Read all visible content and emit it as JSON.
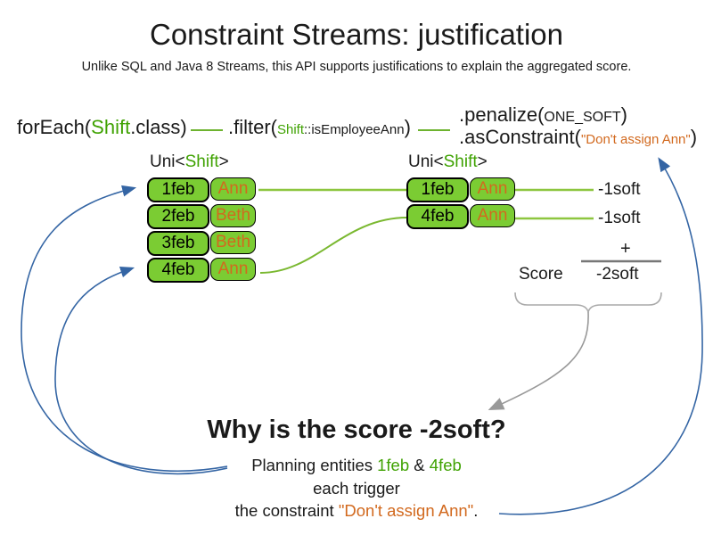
{
  "title": "Constraint Streams: justification",
  "subtitle": "Unlike SQL and Java 8 Streams, this API supports justifications to explain the aggregated score.",
  "colors": {
    "text": "#1a1a1a",
    "green_text": "#3fa202",
    "green_box": "#7bcc33",
    "green_line": "#8dc63f",
    "orange": "#d2691e",
    "blue": "#3465a4",
    "gray": "#8a8a8a"
  },
  "code": {
    "foreach": {
      "pre": "forEach(",
      "class_name": "Shift",
      "post": ".class)"
    },
    "filter": {
      "pre": ".filter(",
      "class_name": "Shift",
      "method": "::isEmployeeAnn",
      "post": ")"
    },
    "penalize": {
      "pre": ".penalize(",
      "arg": "ONE_SOFT",
      "post": ")"
    },
    "as_constraint": {
      "pre": ".asConstraint(",
      "arg": "\"Don't assign Ann\"",
      "post": ")"
    }
  },
  "streams": {
    "left": {
      "label_pre": "Uni<",
      "label_class": "Shift",
      "label_post": ">",
      "rows": [
        {
          "date": "1feb",
          "name": "Ann"
        },
        {
          "date": "2feb",
          "name": "Beth"
        },
        {
          "date": "3feb",
          "name": "Beth"
        },
        {
          "date": "4feb",
          "name": "Ann"
        }
      ]
    },
    "right": {
      "label_pre": "Uni<",
      "label_class": "Shift",
      "label_post": ">",
      "rows": [
        {
          "date": "1feb",
          "name": "Ann"
        },
        {
          "date": "4feb",
          "name": "Ann"
        }
      ]
    }
  },
  "scores": {
    "per_row": [
      "-1soft",
      "-1soft"
    ],
    "plus": "+",
    "label": "Score",
    "total": "-2soft"
  },
  "footer": {
    "question": "Why is the score -2soft?",
    "line1_pre": "Planning entities ",
    "line1_entity1": "1feb",
    "line1_amp": " & ",
    "line1_entity2": "4feb",
    "line2": "each trigger",
    "line3_pre": "the constraint ",
    "line3_constraint": "\"Don't assign Ann\"",
    "line3_post": "."
  }
}
